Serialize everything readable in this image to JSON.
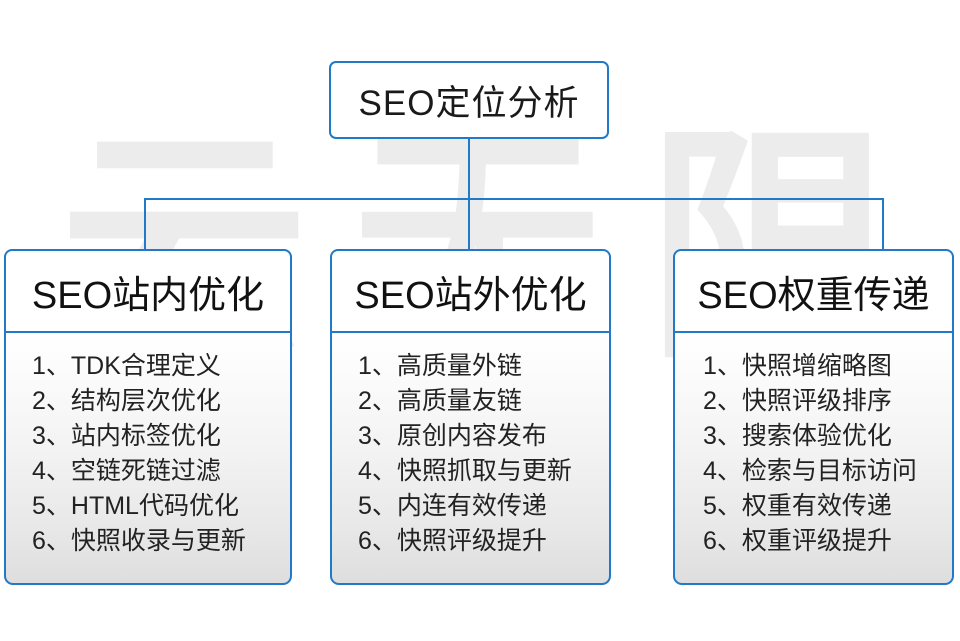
{
  "meta": {
    "watermark": [
      "云",
      "无",
      "限"
    ],
    "accent_color": "#2179c7",
    "text_color": "#1a1a1a",
    "background": "#ffffff"
  },
  "diagram": {
    "type": "tree-org-chart",
    "root": {
      "label": "SEO定位分析"
    },
    "branches": [
      {
        "id": "on-site",
        "header": "SEO站内优化",
        "items": [
          "1、TDK合理定义",
          "2、结构层次优化",
          "3、站内标签优化",
          "4、空链死链过滤",
          "5、HTML代码优化",
          "6、快照收录与更新"
        ]
      },
      {
        "id": "off-site",
        "header": "SEO站外优化",
        "items": [
          "1、高质量外链",
          "2、高质量友链",
          "3、原创内容发布",
          "4、快照抓取与更新",
          "5、内连有效传递",
          "6、快照评级提升"
        ]
      },
      {
        "id": "weight-transfer",
        "header": "SEO权重传递",
        "items": [
          "1、快照增缩略图",
          "2、快照评级排序",
          "3、搜索体验优化",
          "4、检索与目标访问",
          "5、权重有效传递",
          "6、权重评级提升"
        ]
      }
    ]
  }
}
